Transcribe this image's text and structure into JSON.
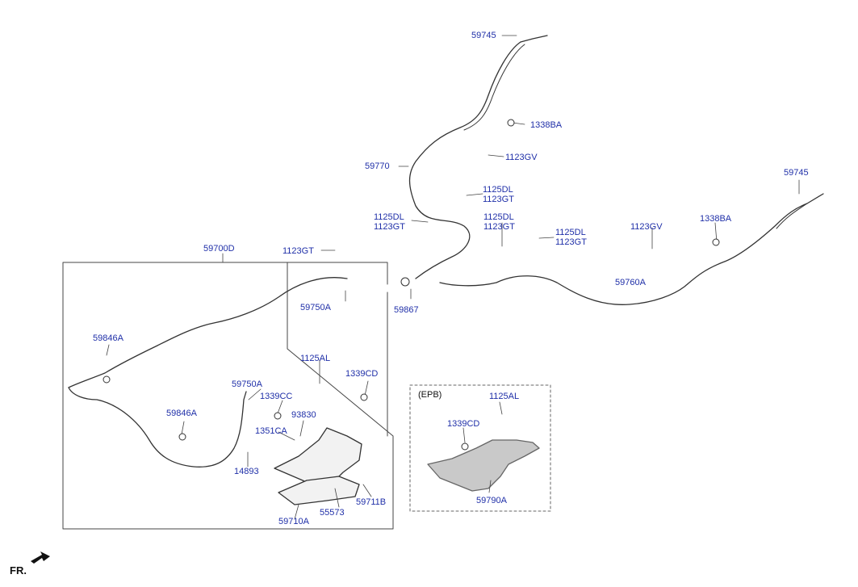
{
  "diagram": {
    "fr_label": "FR.",
    "epb_label": "(EPB)",
    "parts": {
      "p59745_top": "59745",
      "p1338BA_top": "1338BA",
      "p1123GV_top": "1123GV",
      "p59770": "59770",
      "p1125DL_a": "1125DL",
      "p1123GT_a": "1123GT",
      "p1125DL_b": "1125DL",
      "p1123GT_b": "1123GT",
      "p1125DL_c": "1125DL",
      "p1123GT_c": "1123GT",
      "p1125DL_d": "1125DL",
      "p1123GT_d": "1123GT",
      "p1123GV_right": "1123GV",
      "p1338BA_right": "1338BA",
      "p59745_right": "59745",
      "p59760A": "59760A",
      "p59700D": "59700D",
      "p1123GT_e": "1123GT",
      "p59750A_top": "59750A",
      "p59867": "59867",
      "p59846A_a": "59846A",
      "p59846A_b": "59846A",
      "p1125AL": "1125AL",
      "p1339CD": "1339CD",
      "p59750A_low": "59750A",
      "p1339CC": "1339CC",
      "p93830": "93830",
      "p1351CA": "1351CA",
      "p14893": "14893",
      "p55573": "55573",
      "p59711B": "59711B",
      "p59710A": "59710A",
      "p1125AL_epb": "1125AL",
      "p1339CD_epb": "1339CD",
      "p59790A": "59790A"
    }
  }
}
